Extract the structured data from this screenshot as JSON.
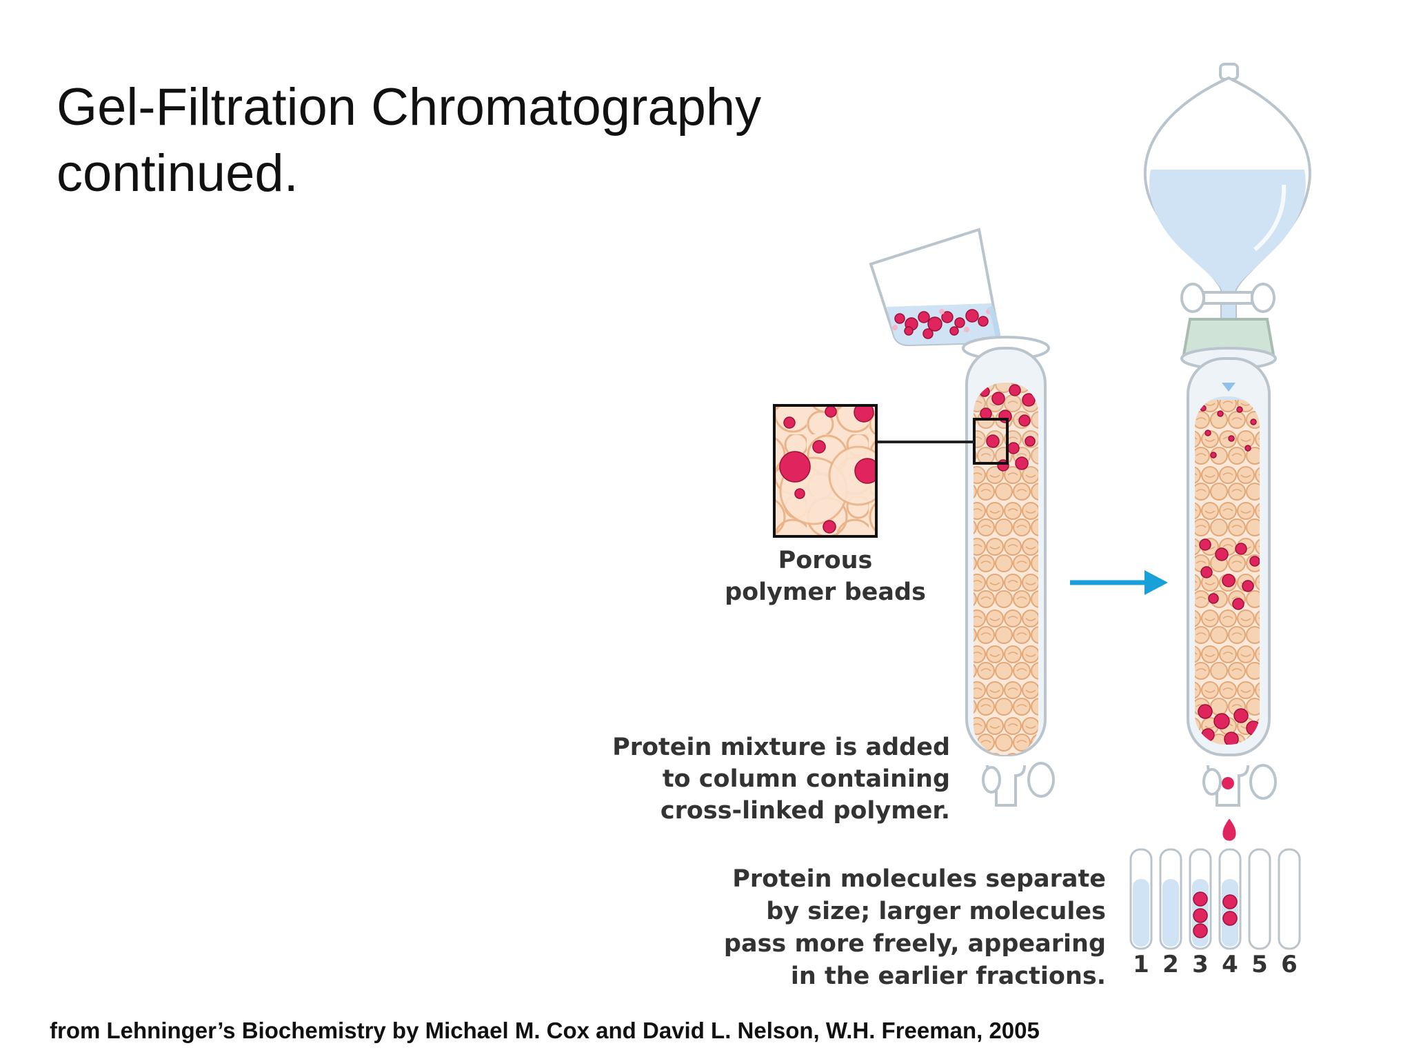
{
  "slide": {
    "title_line1": "Gel-Filtration Chromatography",
    "title_line2": "continued.",
    "citation": "from Lehninger’s Biochemistry by Michael M. Cox and David L. Nelson, W.H. Freeman, 2005"
  },
  "diagram": {
    "inset_label_line1": "Porous",
    "inset_label_line2": "polymer beads",
    "step1_line1": "Protein mixture is added",
    "step1_line2": "to column containing",
    "step1_line3": "cross-linked polymer.",
    "step2_line1": "Protein molecules separate",
    "step2_line2": "by size; larger molecules",
    "step2_line3": "pass more freely, appearing",
    "step2_line4": "in the earlier fractions.",
    "fraction_labels": [
      "1",
      "2",
      "3",
      "4",
      "5",
      "6"
    ],
    "colors": {
      "bead_fill": "#f6d3b3",
      "bead_stroke": "#e3a878",
      "protein_red": "#e0245e",
      "buffer_blue": "#cfe3f4",
      "arrow_blue": "#1aa0d8",
      "stopper_green": "#cfe3d6"
    }
  }
}
